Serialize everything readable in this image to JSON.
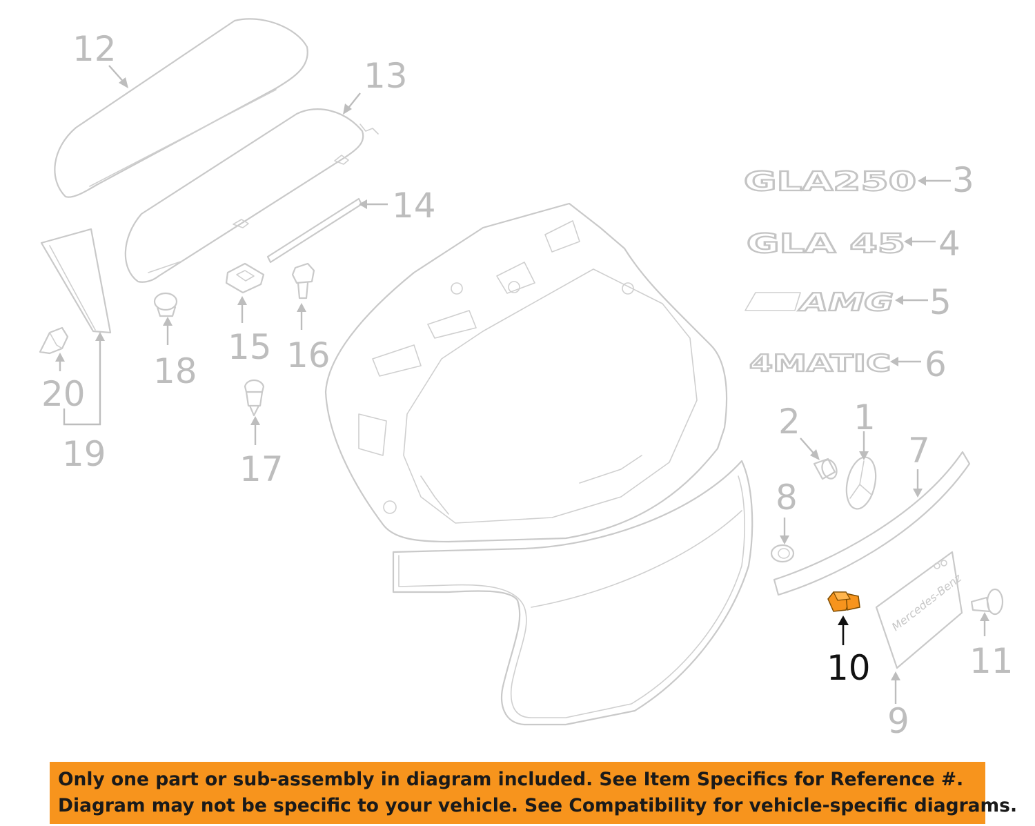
{
  "callouts": {
    "c1": "1",
    "c2": "2",
    "c3": "3",
    "c4": "4",
    "c5": "5",
    "c6": "6",
    "c7": "7",
    "c8": "8",
    "c9": "9",
    "c10": "10",
    "c11": "11",
    "c12": "12",
    "c13": "13",
    "c14": "14",
    "c15": "15",
    "c16": "16",
    "c17": "17",
    "c18": "18",
    "c19": "19",
    "c20": "20"
  },
  "emblems": {
    "gla250": "GLA250",
    "gla45": "GLA 45",
    "amg": "AMG",
    "matic": "4MATIC"
  },
  "highlighted_part": "10",
  "colors": {
    "line": "#c9c9c9",
    "highlight": "#f7941d",
    "banner_bg": "#f7941d",
    "banner_text": "#1a1a1a"
  },
  "banner": {
    "line1": "Only one part or sub-assembly in diagram included. See Item Specifics for Reference #.",
    "line2": "Diagram may not be specific to your vehicle. See Compatibility for vehicle-specific diagrams."
  }
}
